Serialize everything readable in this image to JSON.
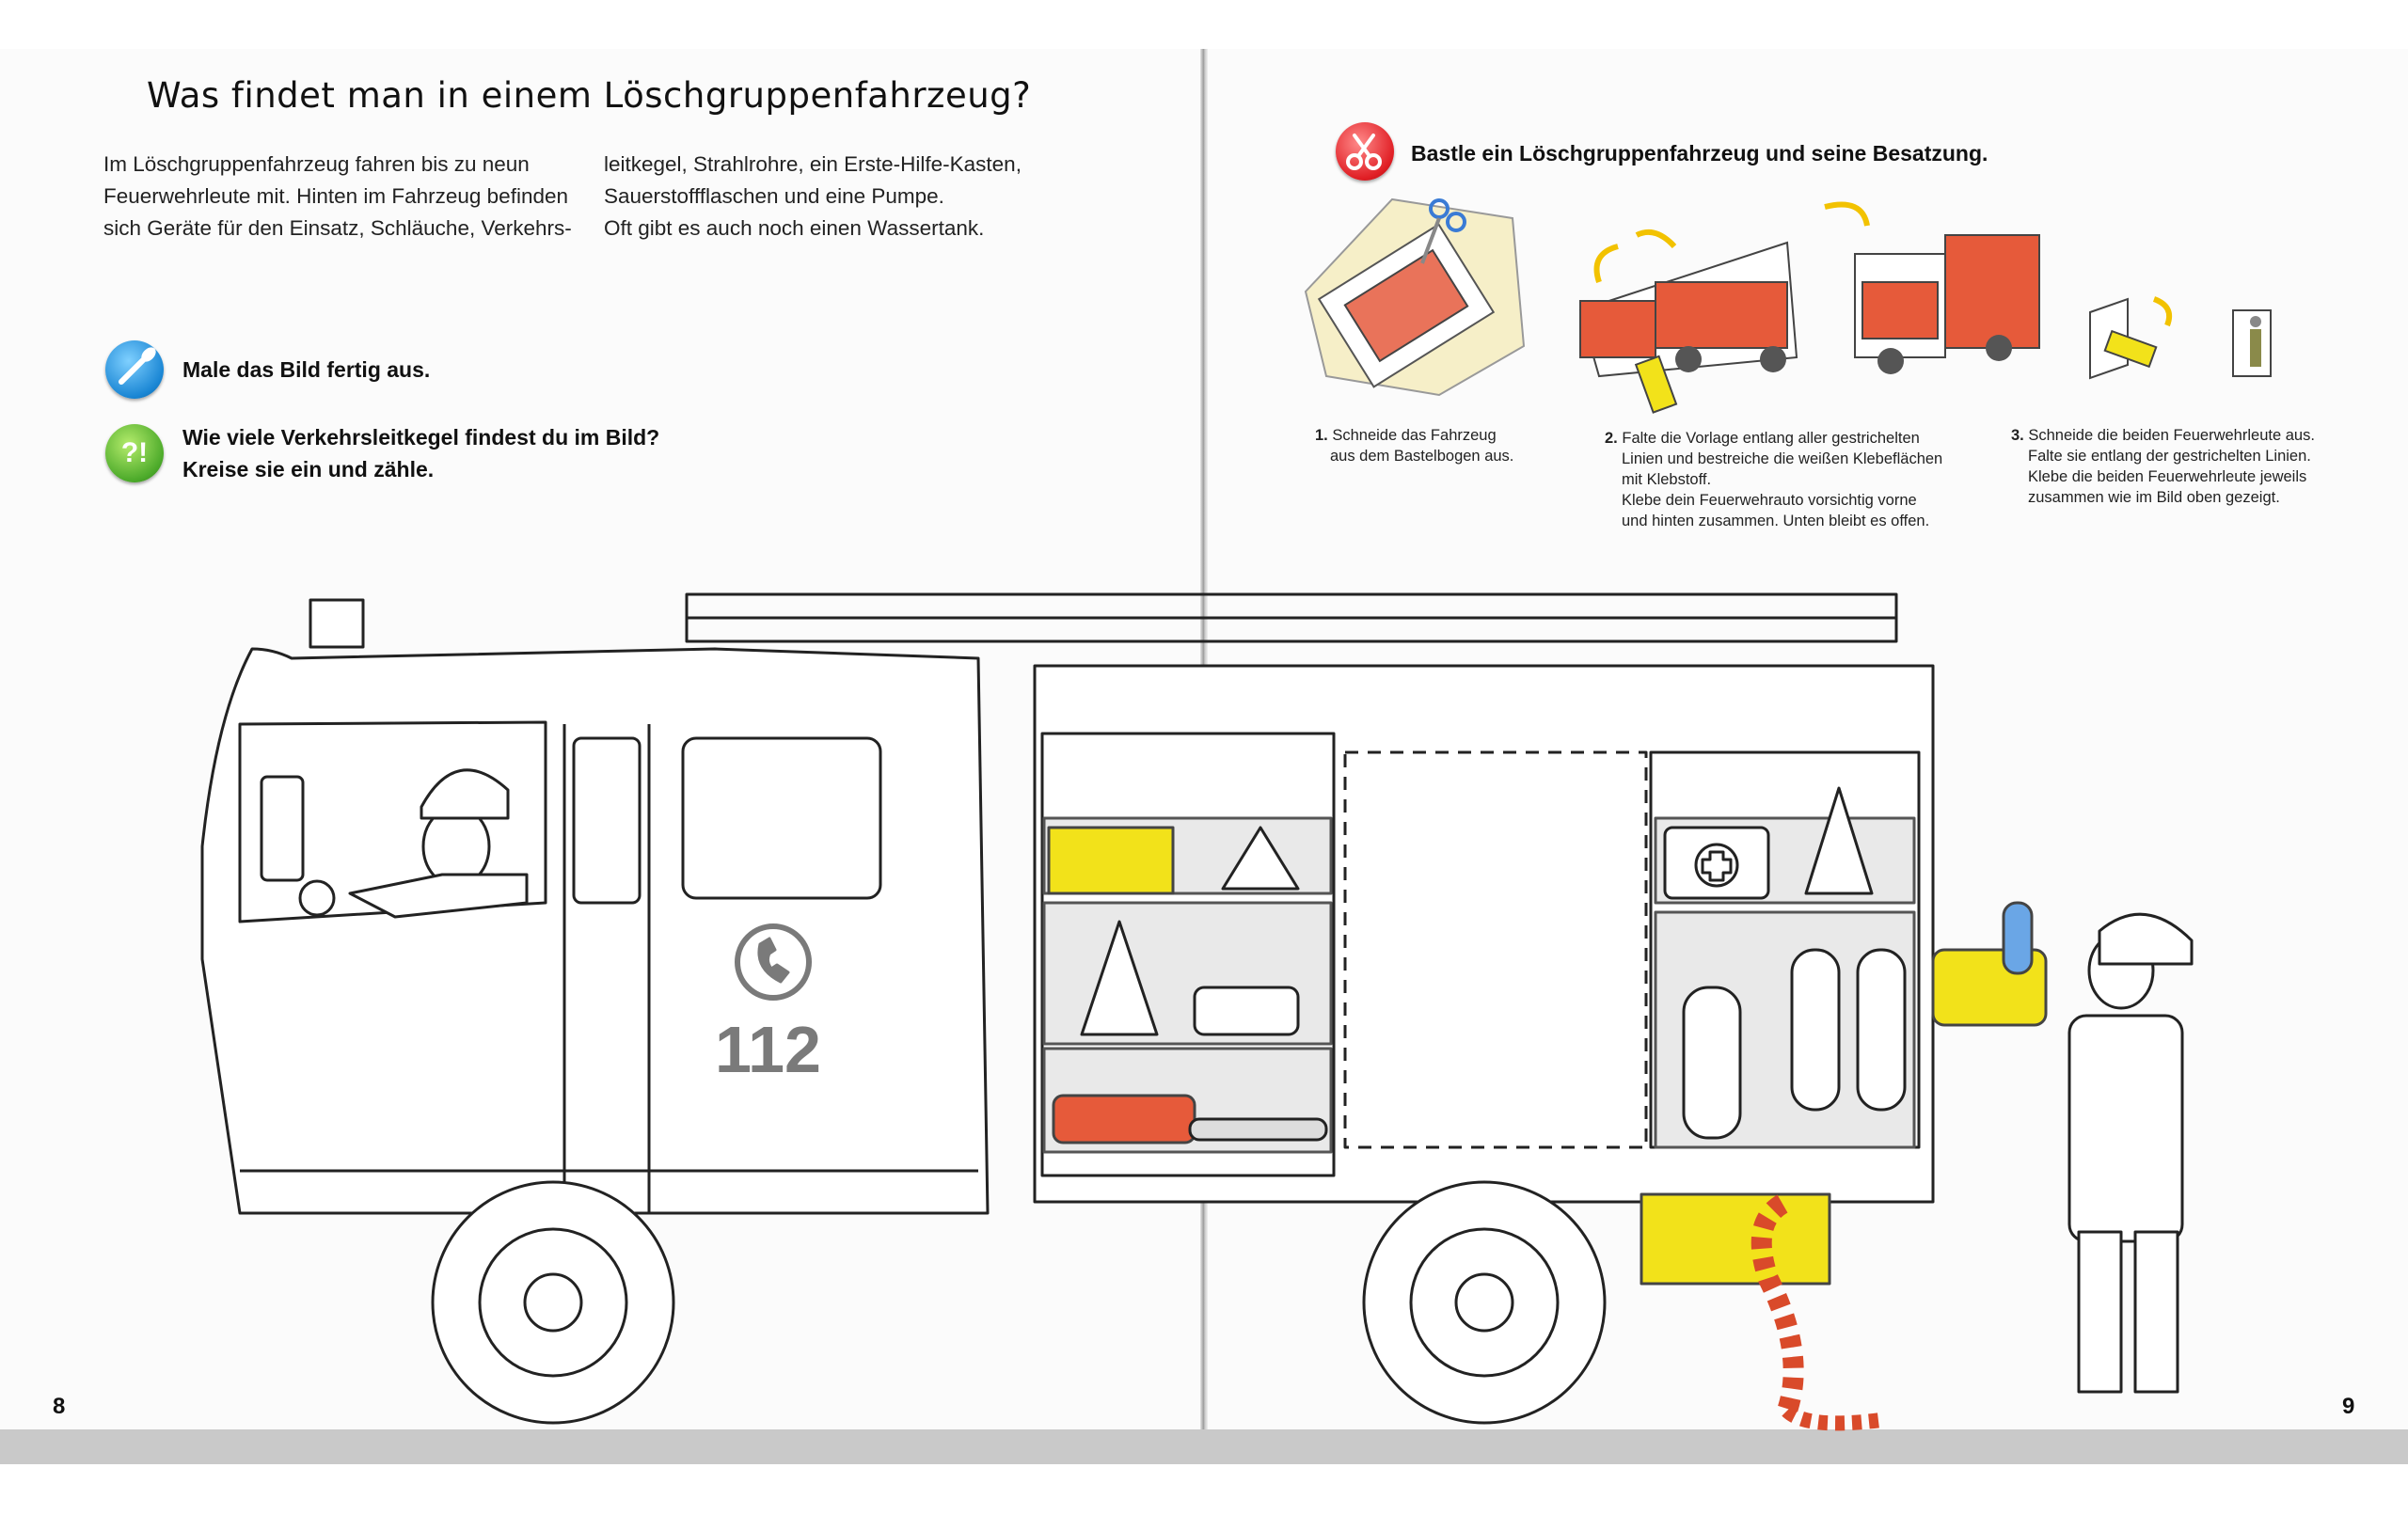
{
  "left_page": {
    "title": "Was findet man in einem Löschgruppenfahrzeug?",
    "intro_col1": [
      "Im Löschgruppenfahrzeug fahren bis zu neun",
      "Feuerwehrleute mit. Hinten im Fahrzeug befinden",
      "sich Geräte für den Einsatz, Schläuche, Verkehrs-"
    ],
    "intro_col2": [
      "leitkegel, Strahlrohre, ein Erste-Hilfe-Kasten,",
      "Sauerstoffflaschen und eine Pumpe.",
      "Oft gibt es auch noch einen Wassertank."
    ],
    "task1": "Male das Bild fertig aus.",
    "task2_line1": "Wie viele Verkehrsleitkegel findest du im Bild?",
    "task2_line2": "Kreise sie ein und zähle.",
    "badge2_symbol": "?!",
    "truck_number": "112",
    "page_number": "8"
  },
  "right_page": {
    "craft_title": "Bastle ein Löschgruppenfahrzeug und seine Besatzung.",
    "step1_num": "1.",
    "step1": [
      "Schneide das Fahrzeug",
      "aus dem Bastelbogen aus."
    ],
    "step2_num": "2.",
    "step2": [
      "Falte die Vorlage entlang aller gestrichelten",
      "Linien und bestreiche die weißen Klebeflächen",
      "mit Klebstoff.",
      "Klebe dein Feuerwehrauto vorsichtig vorne",
      "und hinten zusammen. Unten bleibt es offen."
    ],
    "step3_num": "3.",
    "step3": [
      "Schneide die beiden Feuerwehrleute aus.",
      "Falte sie entlang der gestrichelten Linien.",
      "Klebe die beiden Feuerwehrleute jeweils",
      "zusammen wie im Bild oben gezeigt."
    ],
    "page_number": "9"
  },
  "icons": {
    "badge1": "paintbrush-icon",
    "badge2": "question-exclamation-icon",
    "craft_badge": "scissors-icon",
    "phone": "phone-icon"
  },
  "colors": {
    "badge_blue": "#1a86d4",
    "badge_green": "#4caa2a",
    "badge_red": "#e01e24",
    "yellow_equipment": "#f2e21a",
    "truck_red": "#e65a3a"
  }
}
